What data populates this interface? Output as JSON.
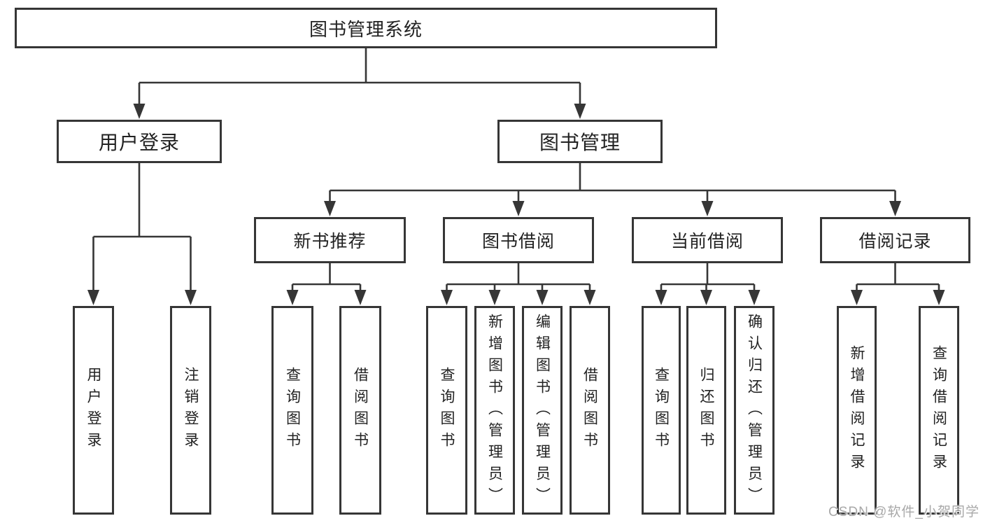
{
  "colors": {
    "line": "#363636",
    "box_border": "#363636",
    "text": "#222222",
    "watermark": "#a8a8a8",
    "background": "#ffffff"
  },
  "watermark": {
    "text": "CSDN @软件_小贺同学"
  },
  "tree": {
    "label": "图书管理系统",
    "children": [
      {
        "label": "用户登录",
        "children": [
          {
            "label": "用户登录"
          },
          {
            "label": "注销登录"
          }
        ]
      },
      {
        "label": "图书管理",
        "children": [
          {
            "label": "新书推荐",
            "children": [
              {
                "label": "查询图书"
              },
              {
                "label": "借阅图书"
              }
            ]
          },
          {
            "label": "图书借阅",
            "children": [
              {
                "label": "查询图书"
              },
              {
                "label": "新增图书（管理员）"
              },
              {
                "label": "编辑图书（管理员）"
              },
              {
                "label": "借阅图书"
              }
            ]
          },
          {
            "label": "当前借阅",
            "children": [
              {
                "label": "查询图书"
              },
              {
                "label": "归还图书"
              },
              {
                "label": "确认归还（管理员）"
              }
            ]
          },
          {
            "label": "借阅记录",
            "children": [
              {
                "label": "新增借阅记录"
              },
              {
                "label": "查询借阅记录"
              }
            ]
          }
        ]
      }
    ]
  }
}
